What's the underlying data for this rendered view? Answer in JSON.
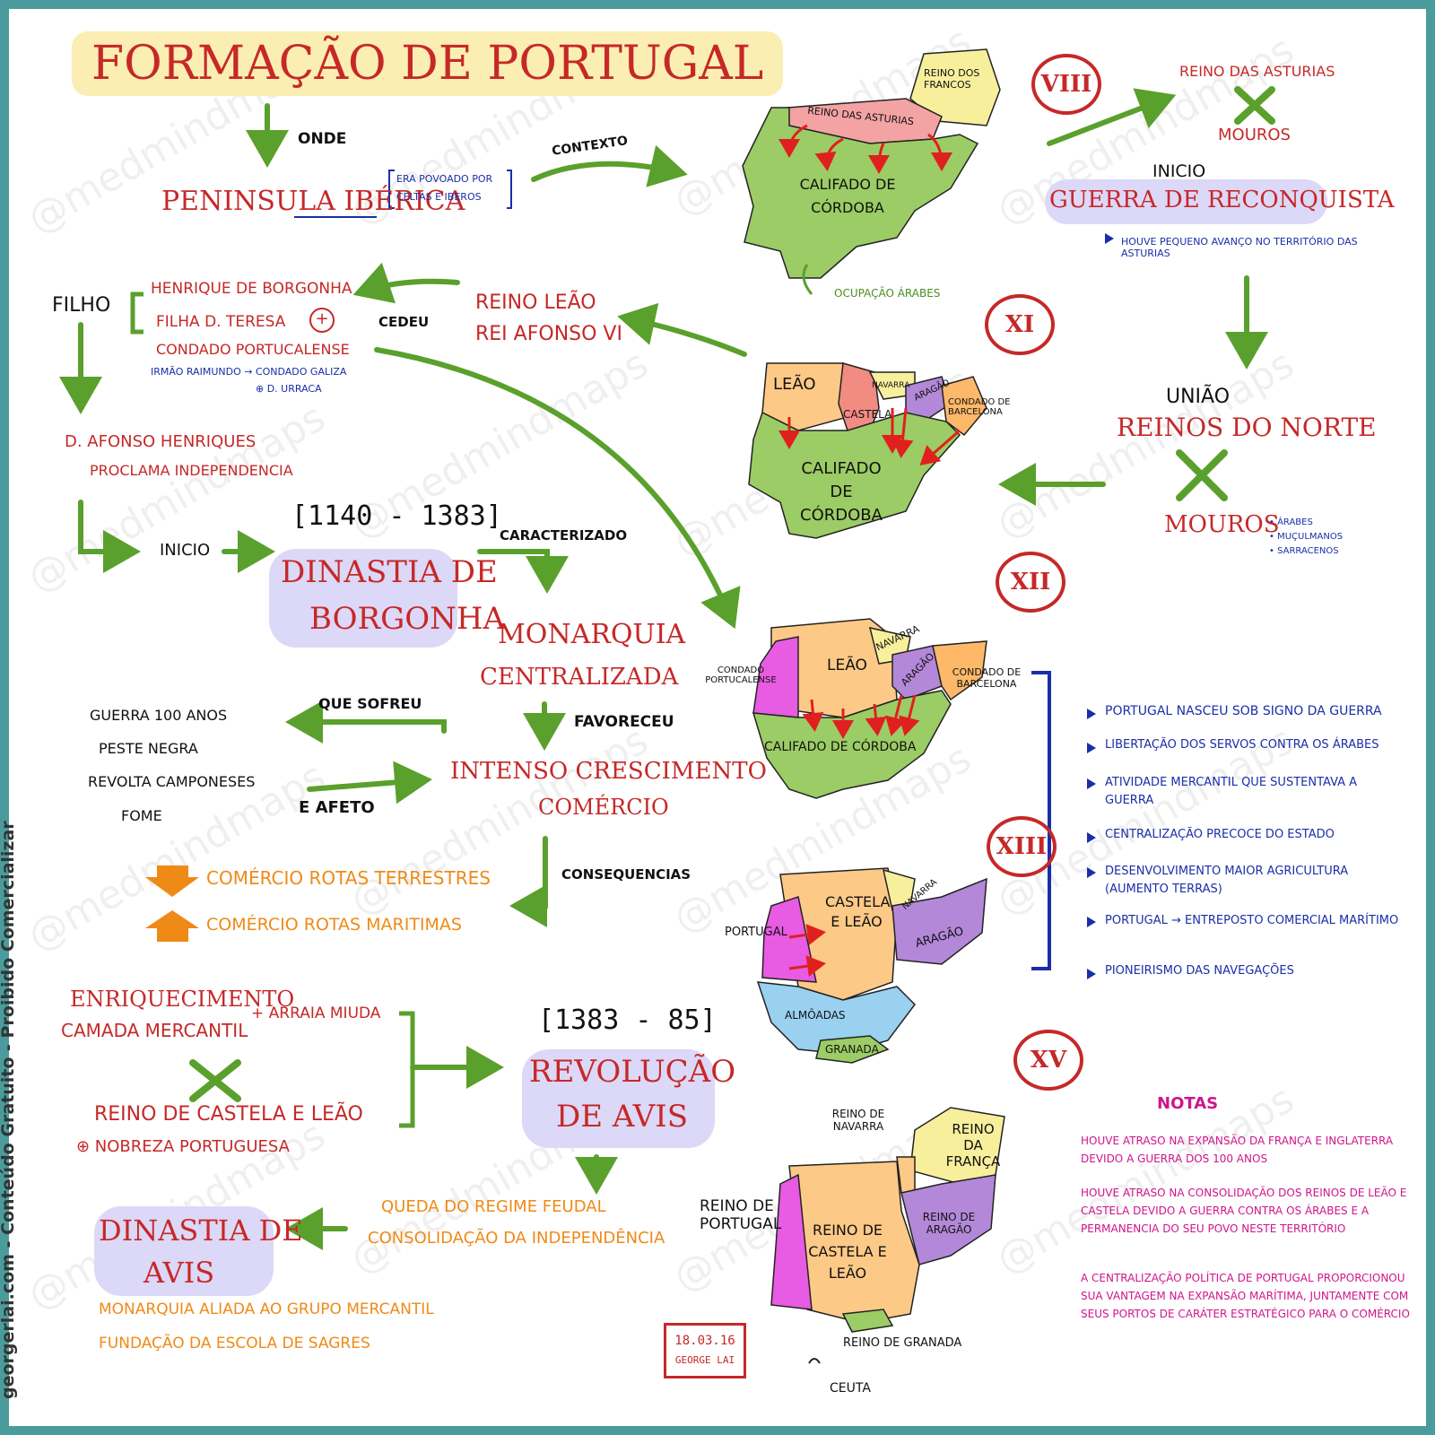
{
  "title": "FORMAÇÃO DE PORTUGAL",
  "sidebar_text": "georgerlai.com  -  Conteúdo Gratuito  -  Proibido Comercializar",
  "watermark": "@medmindmaps",
  "left": {
    "onde": "ONDE",
    "peninsula": "PENINSULA IBÉRICA",
    "povoado_1": "ERA POVOADO POR",
    "povoado_2": "CELTAS E IBEROS",
    "contexto": "CONTEXTO",
    "filho": "FILHO",
    "henrique": "HENRIQUE DE BORGONHA",
    "filha": "FILHA D. TERESA",
    "condado": "CONDADO PORTUCALENSE",
    "irmao": "IRMÃO RAIMUNDO → CONDADO GALIZA",
    "urraca": "⊕ D. URRACA",
    "cedeu": "CEDEU",
    "reino_leao": "REINO LEÃO",
    "rei_afonso": "REI AFONSO VI",
    "afonso_henriques": "D. AFONSO HENRIQUES",
    "proclama": "PROCLAMA INDEPENDENCIA",
    "inicio": "INICIO",
    "dates_1": "[1140 - 1383]",
    "dinastia_borgonha_1": "DINASTIA DE",
    "dinastia_borgonha_2": "BORGONHA",
    "caracterizado": "CARACTERIZADO",
    "monarquia_1": "MONARQUIA",
    "monarquia_2": "CENTRALIZADA",
    "favoreceu": "FAVORECEU",
    "que_sofreu": "QUE SOFREU",
    "problems": [
      "GUERRA 100 ANOS",
      "PESTE NEGRA",
      "REVOLTA CAMPONESES",
      "FOME"
    ],
    "e_afeto": "E AFETO",
    "crescimento_1": "INTENSO CRESCIMENTO",
    "crescimento_2": "COMÉRCIO",
    "consequencias": "CONSEQUENCIAS",
    "comercio_terrestre": "COMÉRCIO ROTAS TERRESTRES",
    "comercio_maritimo": "COMÉRCIO ROTAS MARITIMAS",
    "enriquecimento_1": "ENRIQUECIMENTO",
    "enriquecimento_2": "CAMADA MERCANTIL",
    "arraia": "+ ARRAIA MIUDA",
    "castela": "REINO DE CASTELA E LEÃO",
    "nobreza": "⊕ NOBREZA PORTUGUESA",
    "dates_2": "[1383 - 85]",
    "revolucao_1": "REVOLUÇÃO",
    "revolucao_2": "DE AVIS",
    "queda": "QUEDA DO REGIME FEUDAL",
    "consolidacao": "CONSOLIDAÇÃO DA INDEPENDÊNCIA",
    "dinastia_avis_1": "DINASTIA DE",
    "dinastia_avis_2": "AVIS",
    "avis_1": "MONARQUIA ALIADA AO GRUPO MERCANTIL",
    "avis_2": "FUNDAÇÃO DA ESCOLA DE SAGRES"
  },
  "maps": {
    "m8": {
      "reino_francos": "REINO DOS FRANCOS",
      "asturias": "REINO DAS ASTURIAS",
      "califado": "CALIFADO DE CÓRDOBA",
      "ocupacao": "OCUPAÇÃO ÁRABES"
    },
    "m11": {
      "leao": "LEÃO",
      "navarra": "NAVARRA",
      "aragao": "ARAGÃO",
      "castela": "CASTELA",
      "barcelona": "CONDADO DE BARCELONA",
      "califado": "CALIFADO DE CÓRDOBA"
    },
    "m12": {
      "condado": "CONDADO PORTUCALENSE",
      "leao": "LEÃO",
      "navarra": "NAVARRA",
      "aragao": "ARAGÃO",
      "barcelona": "CONDADO DE BARCELONA",
      "califado": "CALIFADO DE CÓRDOBA"
    },
    "m13": {
      "portugal": "PORTUGAL",
      "castela": "CASTELA E LEÃO",
      "navarra": "NAVARRA",
      "aragao": "ARAGÃO",
      "almoadas": "ALMÔADAS",
      "granada": "GRANADA"
    },
    "m15": {
      "navarra": "REINO DE NAVARRA",
      "franca": "REINO DA FRANÇA",
      "portugal": "REINO DE PORTUGAL",
      "castela": "REINO DE CASTELA E LEÃO",
      "aragao": "REINO DE ARAGÃO",
      "granada": "REINO DE GRANADA",
      "ceuta": "CEUTA"
    }
  },
  "centuries": [
    "VIII",
    "XI",
    "XII",
    "XIII",
    "XV"
  ],
  "right": {
    "asturias": "REINO DAS ASTURIAS",
    "mouros_1": "MOUROS",
    "inicio": "INICIO",
    "guerra": "GUERRA DE RECONQUISTA",
    "houve": "HOUVE PEQUENO AVANÇO NO TERRITÓRIO DAS ASTURIAS",
    "uniao": "UNIÃO",
    "reinos_norte": "REINOS DO NORTE",
    "mouros_2": "MOUROS",
    "mouros_list": [
      "• ÁRABES",
      "• MUÇULMANOS",
      "• SARRACENOS"
    ],
    "bullets": [
      "PORTUGAL NASCEU SOB SIGNO DA GUERRA",
      "LIBERTAÇÃO DOS SERVOS CONTRA OS ÁRABES",
      "ATIVIDADE MERCANTIL QUE SUSTENTAVA A GUERRA",
      "CENTRALIZAÇÃO PRECOCE DO ESTADO",
      "DESENVOLVIMENTO MAIOR AGRICULTURA (AUMENTO TERRAS)",
      "PORTUGAL → ENTREPOSTO COMERCIAL MARÍTIMO",
      "PIONEIRISMO DAS NAVEGAÇÕES"
    ],
    "notas_title": "NOTAS",
    "notas": [
      "HOUVE ATRASO NA EXPANSÃO DA FRANÇA E INGLATERRA DEVIDO A GUERRA DOS 100 ANOS",
      "HOUVE ATRASO NA CONSOLIDAÇÃO DOS REINOS DE LEÃO E CASTELA DEVIDO A GUERRA CONTRA OS ÁRABES E A PERMANENCIA DO SEU POVO NESTE TERRITÓRIO",
      "A CENTRALIZAÇÃO POLÍTICA DE PORTUGAL PROPORCIONOU SUA VANTAGEM NA EXPANSÃO MARÍTIMA, JUNTAMENTE COM SEUS PORTOS DE CARÁTER ESTRATÉGICO PARA O COMÉRCIO"
    ]
  },
  "stamp": {
    "date": "18.03.16",
    "author": "GEORGE LAI"
  }
}
